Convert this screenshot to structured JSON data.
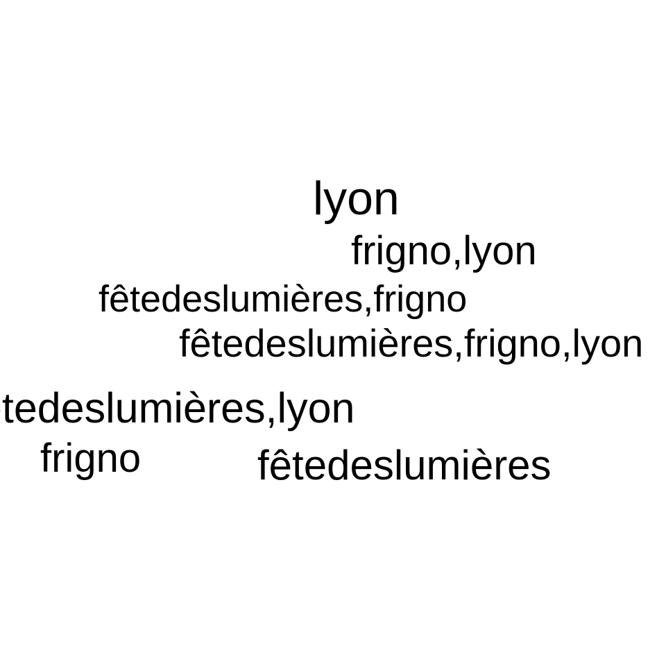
{
  "word_cloud": {
    "words": [
      "lyon",
      "frigno,lyon",
      "fêtedeslumières,frigno",
      "fêtedeslumières,frigno,lyon",
      "fêtedeslumières,lyon",
      "frigno",
      "fêtedeslumières"
    ],
    "text_color": "#000000",
    "background_color": "#ffffff"
  }
}
